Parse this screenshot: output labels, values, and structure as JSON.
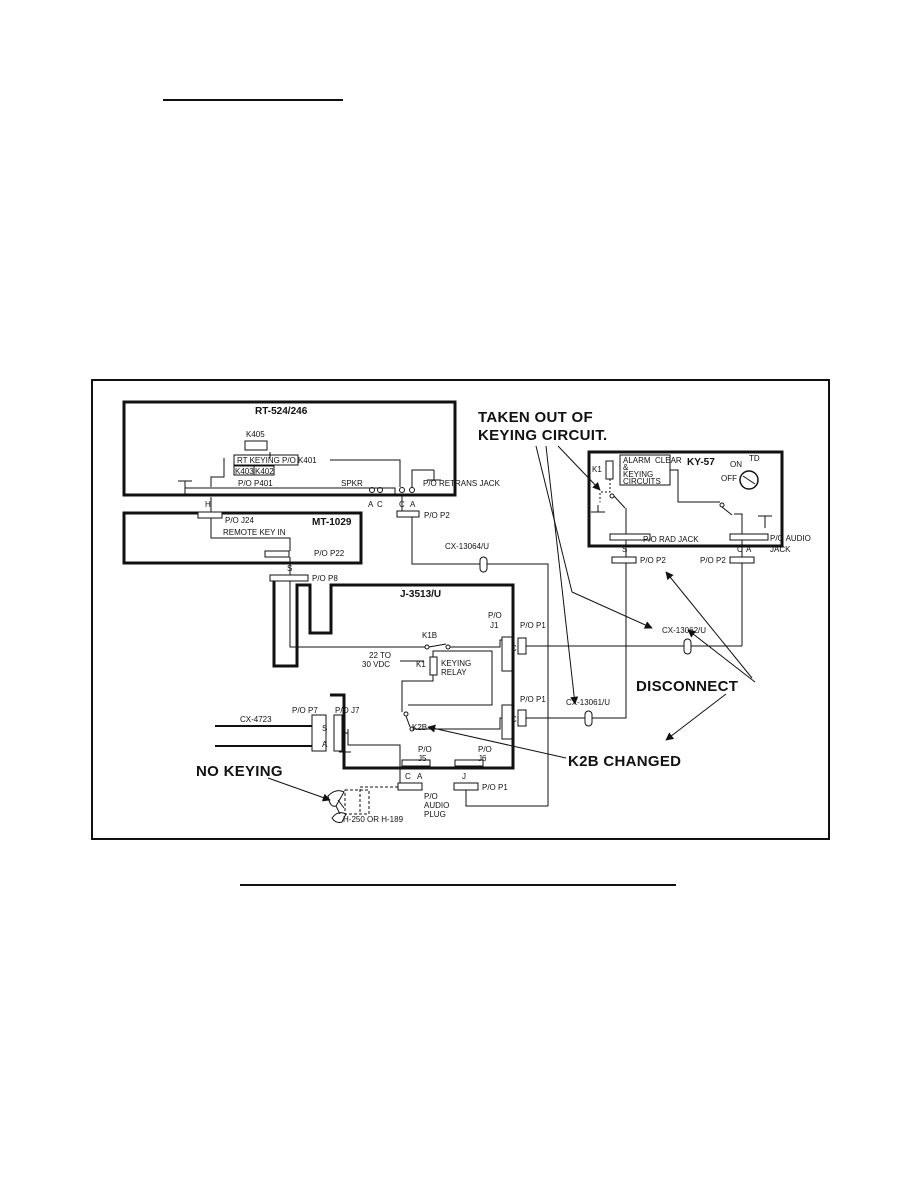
{
  "boxes": {
    "rt": "RT-524/246",
    "mt": "MT-1029",
    "j3513": "J-3513/U",
    "ky57": "KY-57"
  },
  "relay": {
    "k405": "K405",
    "rt_keying": "RT KEYING P/O K401",
    "k403": "K403",
    "k402": "K402",
    "k1b": "K1B",
    "k1": "K1",
    "keying_relay_1": "KEYING",
    "keying_relay_2": "RELAY",
    "voltage_1": "22 TO",
    "voltage_2": "30 VDC",
    "k2b": "K2B"
  },
  "labels": {
    "po_p401": "P/O P401",
    "spkr": "SPKR",
    "po_retrans_jack": "P/O RETRANS JACK",
    "pin_h": "H",
    "pin_a": "A",
    "pin_c": "C",
    "pin_s": "S",
    "pin_j": "J",
    "po_p2": "P/O P2",
    "po_j24": "P/O J24",
    "remote_key_in": "REMOTE KEY IN",
    "po_p22": "P/O P22",
    "po_p8": "P/O P8",
    "cx_13064": "CX-13064/U",
    "cx_13062": "CX-13062/U",
    "cx_13061": "CX-13061/U",
    "cx_4723": "CX-4723",
    "po": "P/O",
    "j1": "J1",
    "po_p1": "P/O P1",
    "po_p7": "P/O P7",
    "po_j7": "P/O J7",
    "j5": "J5",
    "j6": "J6",
    "audio": "AUDIO",
    "plug": "PLUG",
    "h250": "H-250 OR H-189",
    "alarm": "ALARM",
    "clear": "CLEAR",
    "amp": "&",
    "keying": "KEYING",
    "circuits": "CIRCUITS",
    "on": "ON",
    "off": "OFF",
    "td": "TD",
    "po_rad_jack": "P/O RAD JACK",
    "po_audio": "P/O AUDIO",
    "jack": "JACK",
    "k1_ky": "K1"
  },
  "callouts": {
    "taken_out_1": "TAKEN OUT OF",
    "taken_out_2": "KEYING CIRCUIT.",
    "disconnect": "DISCONNECT",
    "k2b_changed": "K2B CHANGED",
    "no_keying": "NO KEYING"
  }
}
